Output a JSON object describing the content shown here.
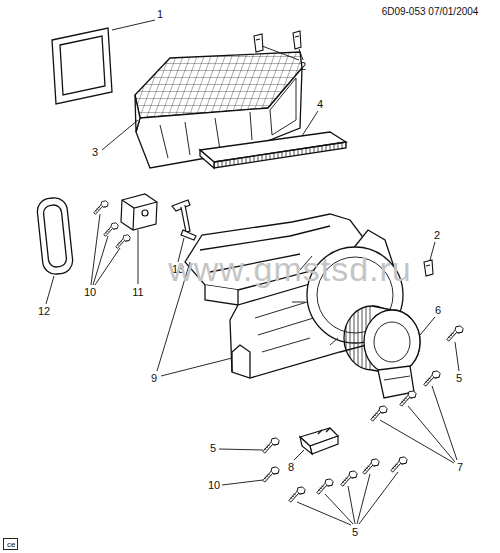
{
  "diagram": {
    "nodes": [
      {
        "text": [
          "ce"
        ]
      }
    ],
    "labels": [
      "6D09-053 07/01/2004",
      "1",
      "2",
      "4",
      "3",
      "2",
      "13",
      "www.gmstsd.ru",
      "10",
      "11",
      "6",
      "12",
      "9",
      "5",
      "5",
      "7",
      "8",
      "10",
      "5"
    ]
  }
}
